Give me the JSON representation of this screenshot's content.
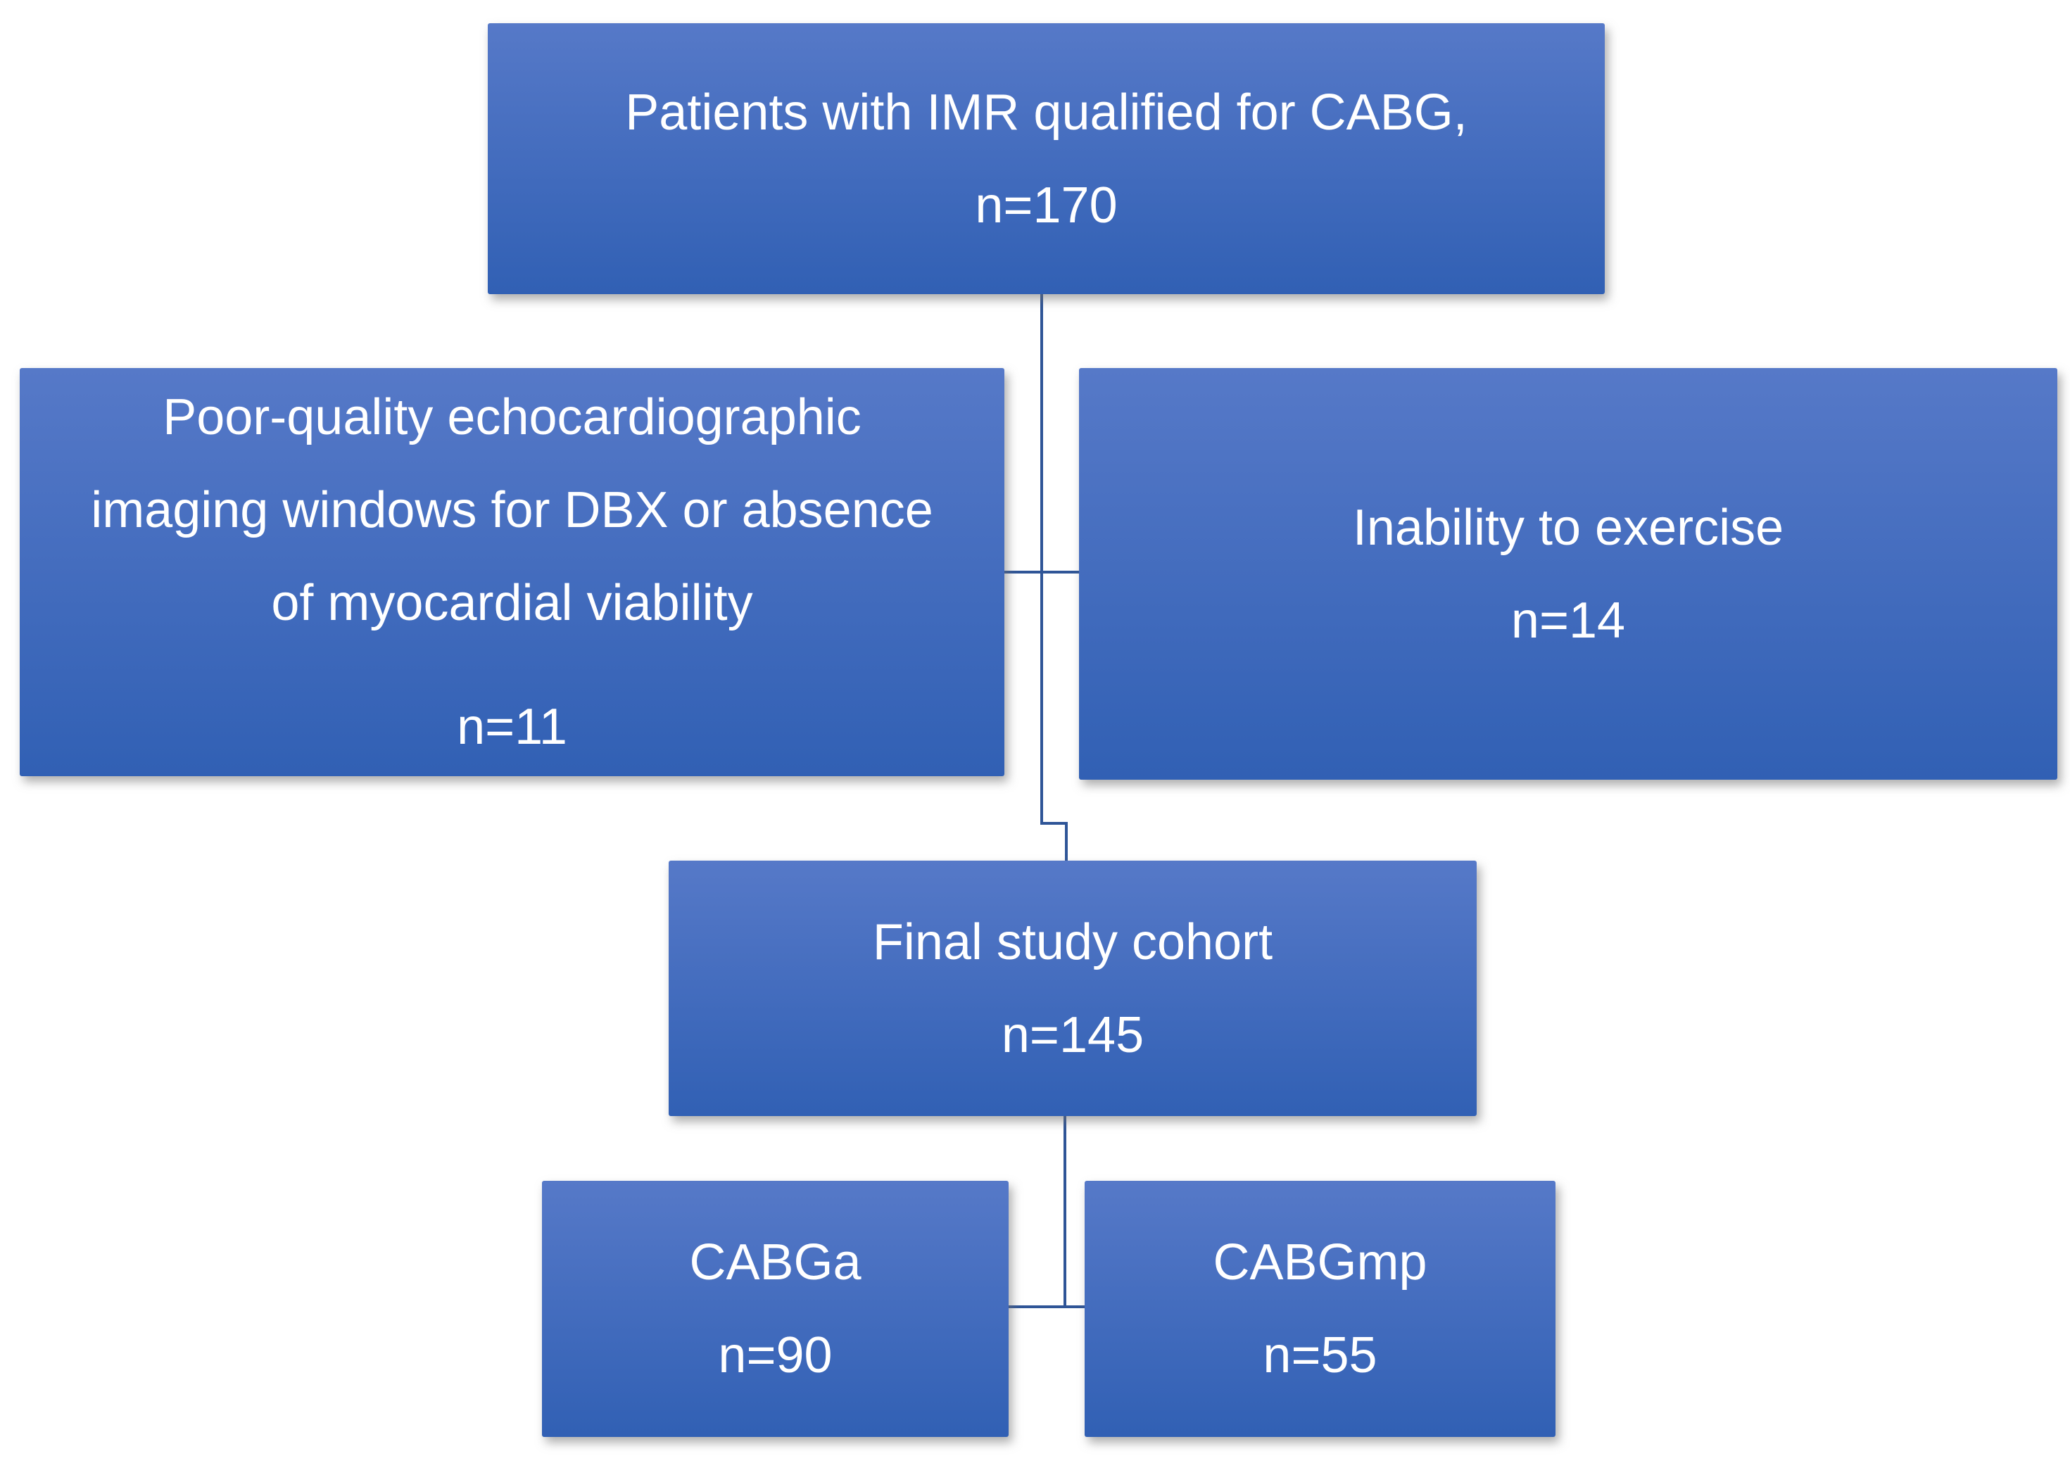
{
  "figure": {
    "type": "study-flow-diagram",
    "colors": {
      "background": "#ffffff",
      "box-gradient-top": "#5679c8",
      "box-gradient-bottom": "#3160b4",
      "connector": "#2f5597",
      "text": "#ffffff"
    },
    "nodes": {
      "top": {
        "lines": [
          "Patients with IMR qualified for CABG,",
          "n=170"
        ],
        "n": 170
      },
      "exclusion_left": {
        "lines": [
          "Poor-quality echocardiographic",
          "imaging windows for DBX or absence",
          "of myocardial viability",
          "n=11"
        ],
        "n": 11
      },
      "exclusion_right": {
        "lines": [
          "Inability to exercise",
          "n=14"
        ],
        "n": 14
      },
      "cohort": {
        "lines": [
          "Final study cohort",
          "n=145"
        ],
        "n": 145
      },
      "group_a": {
        "lines": [
          "CABGa",
          "n=90"
        ],
        "n": 90
      },
      "group_mp": {
        "lines": [
          "CABGmp",
          "n=55"
        ],
        "n": 55
      }
    }
  }
}
